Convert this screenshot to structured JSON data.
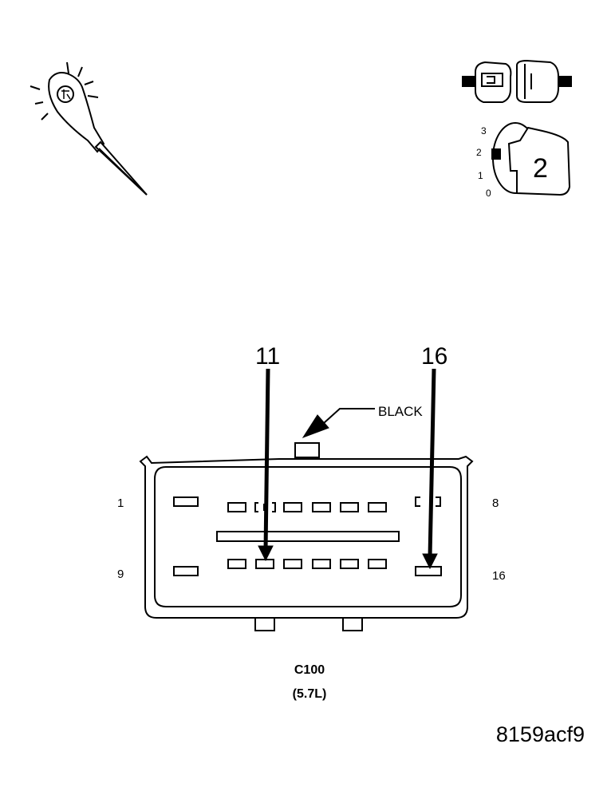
{
  "figure_id": "8159acf9",
  "connector": {
    "name": "C100",
    "engine": "(5.7L)",
    "color": "BLACK",
    "pin_labels": {
      "top_left": "1",
      "top_right": "8",
      "bottom_left": "9",
      "bottom_right": "16"
    }
  },
  "callouts": [
    {
      "pin": "11"
    },
    {
      "pin": "16"
    }
  ],
  "ignition": {
    "positions": [
      "3",
      "2",
      "1",
      "0"
    ],
    "selected": "2"
  },
  "icons": [
    "test-probe-icon",
    "unplug-connector-icon",
    "ignition-key-icon"
  ],
  "colors": {
    "line": "#000000",
    "background": "#ffffff"
  }
}
